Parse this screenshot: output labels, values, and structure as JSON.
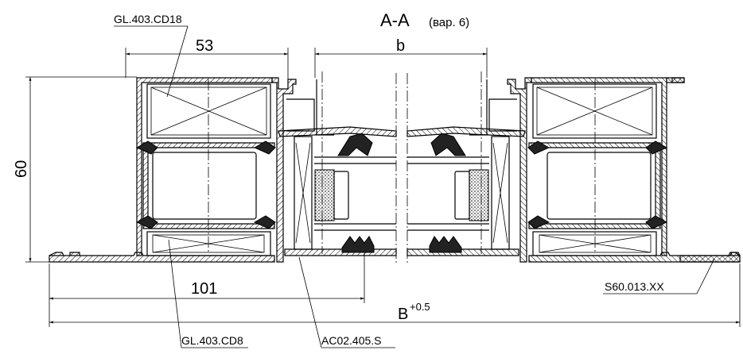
{
  "section_title": "A-A",
  "section_variant": "(вар. 6)",
  "dimensions": {
    "d53": "53",
    "b": "b",
    "d60": "60",
    "d101": "101",
    "B": "B",
    "B_tolerance": "+0.5"
  },
  "callouts": {
    "top": "GL.403.CD18",
    "bottom_left": "GL.403.CD8",
    "bottom_mid": "AC02.405.S",
    "bottom_right": "S60.013.XX"
  }
}
